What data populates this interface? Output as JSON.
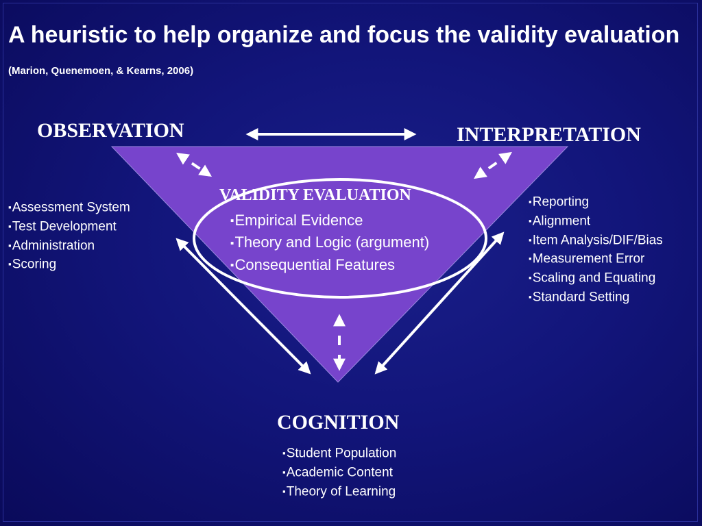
{
  "title": {
    "main": "A heuristic to help organize and focus the validity evaluation",
    "citation": "(Marion, Quenemoen, & Kearns, 2006)"
  },
  "nodes": {
    "observation": {
      "label": "OBSERVATION",
      "items": [
        "Assessment System",
        "Test Development",
        "Administration",
        "Scoring"
      ]
    },
    "interpretation": {
      "label": "INTERPRETATION",
      "items": [
        "Reporting",
        "Alignment",
        "Item Analysis/DIF/Bias",
        "Measurement Error",
        "Scaling and Equating",
        "Standard Setting"
      ]
    },
    "cognition": {
      "label": "COGNITION",
      "items": [
        "Student Population",
        "Academic Content",
        "Theory of Learning"
      ]
    }
  },
  "center": {
    "title": "VALIDITY EVALUATION",
    "items": [
      "Empirical Evidence",
      "Theory and Logic (argument)",
      "Consequential Features"
    ]
  },
  "colors": {
    "background": "#12157a",
    "triangle": "#7744cc",
    "arrows": "#ffffff",
    "text": "#ffffff"
  }
}
